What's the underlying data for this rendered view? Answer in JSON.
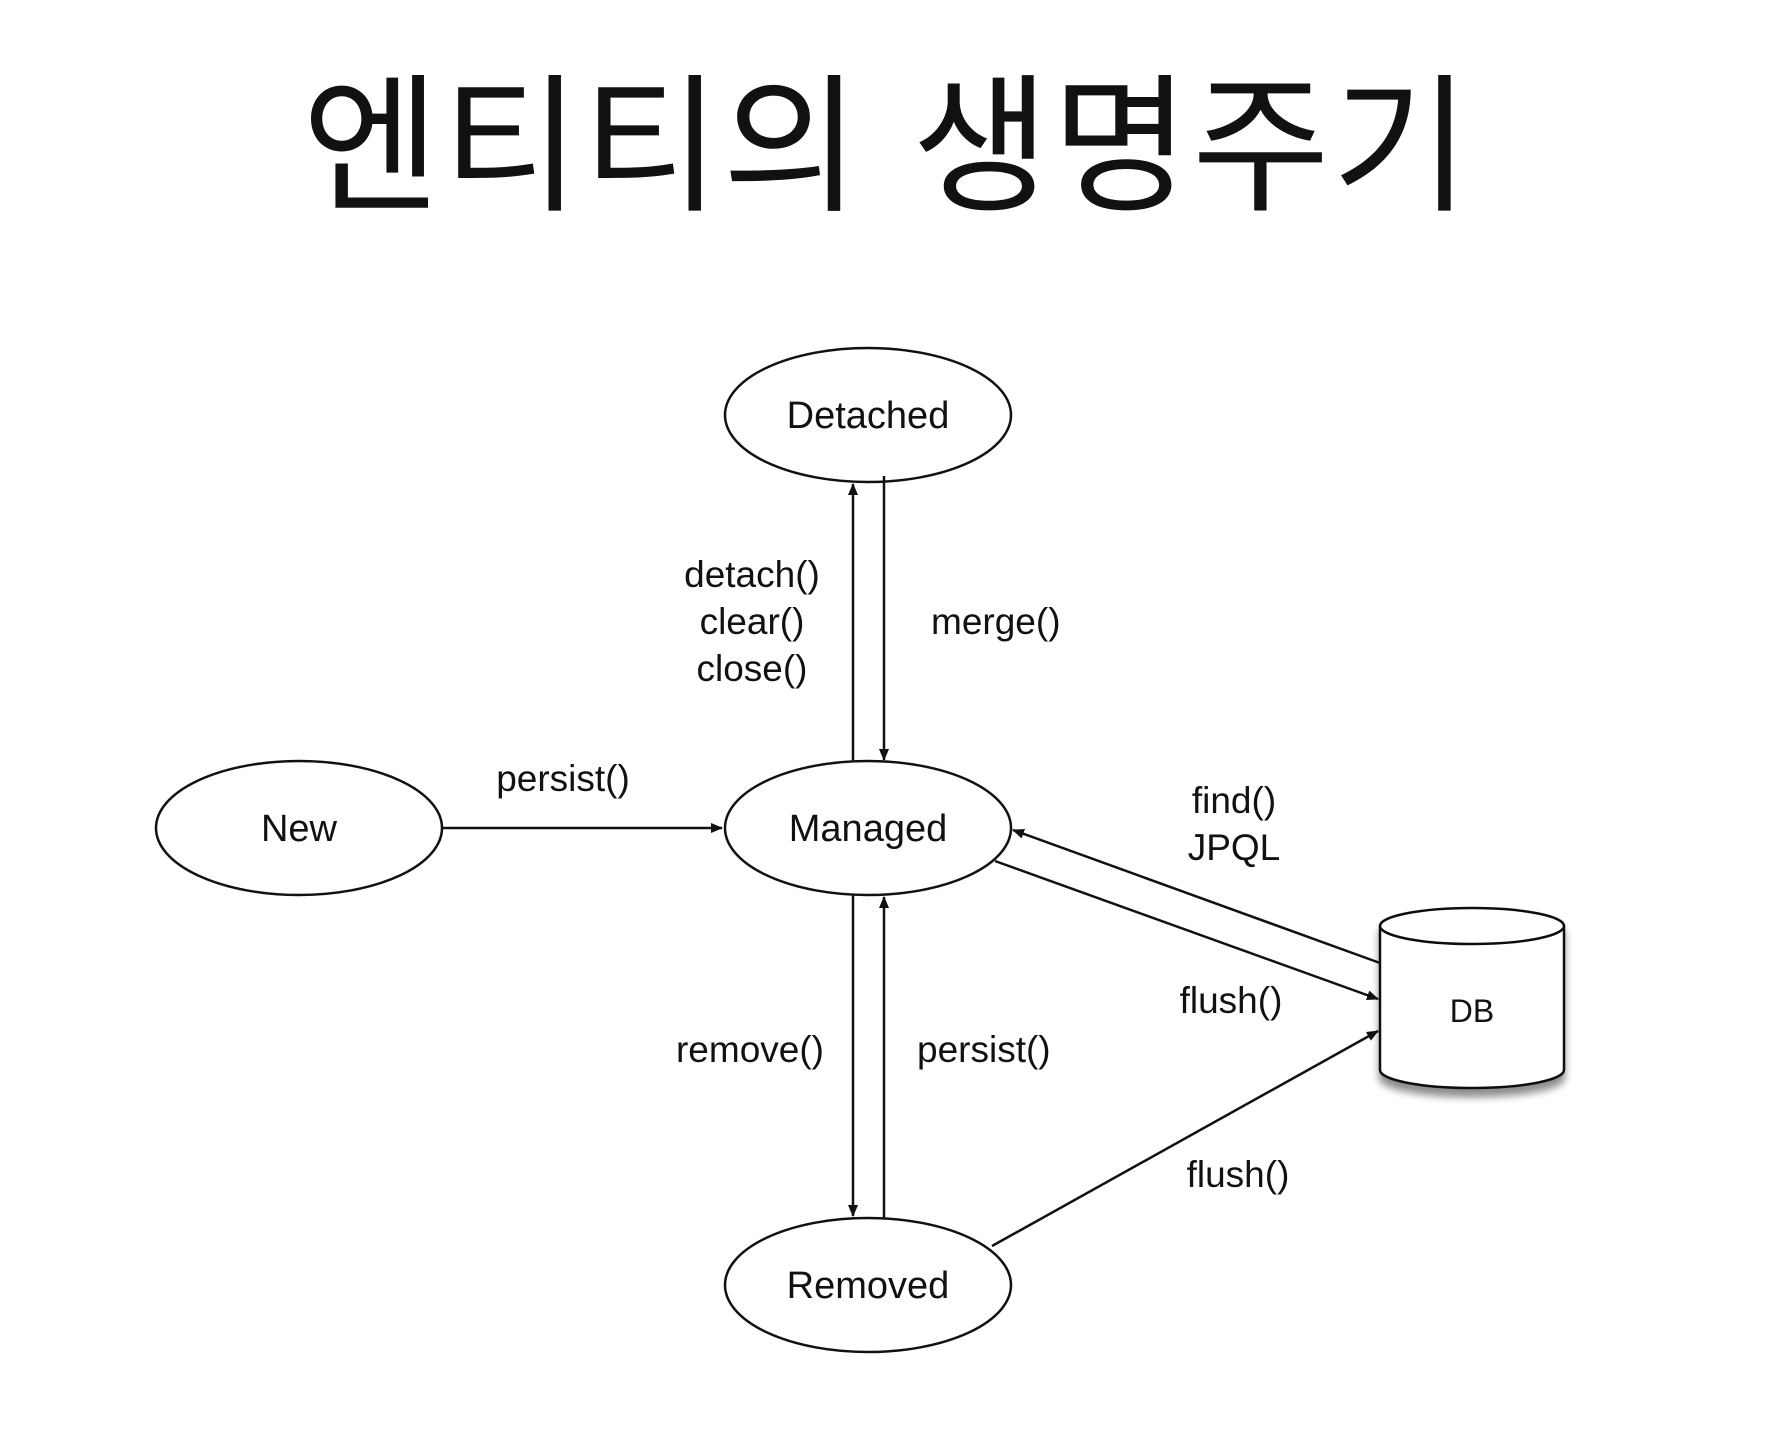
{
  "title": "엔티티의 생명주기",
  "states": {
    "new": "New",
    "managed": "Managed",
    "detached": "Detached",
    "removed": "Removed",
    "db": "DB"
  },
  "transitions": {
    "new_to_managed": "persist()",
    "managed_to_detached": [
      "detach()",
      "clear()",
      "close()"
    ],
    "detached_to_managed": "merge()",
    "db_to_managed": [
      "find()",
      "JPQL"
    ],
    "managed_to_db": "flush()",
    "managed_to_removed": "remove()",
    "removed_to_managed": "persist()",
    "removed_to_db": "flush()"
  }
}
